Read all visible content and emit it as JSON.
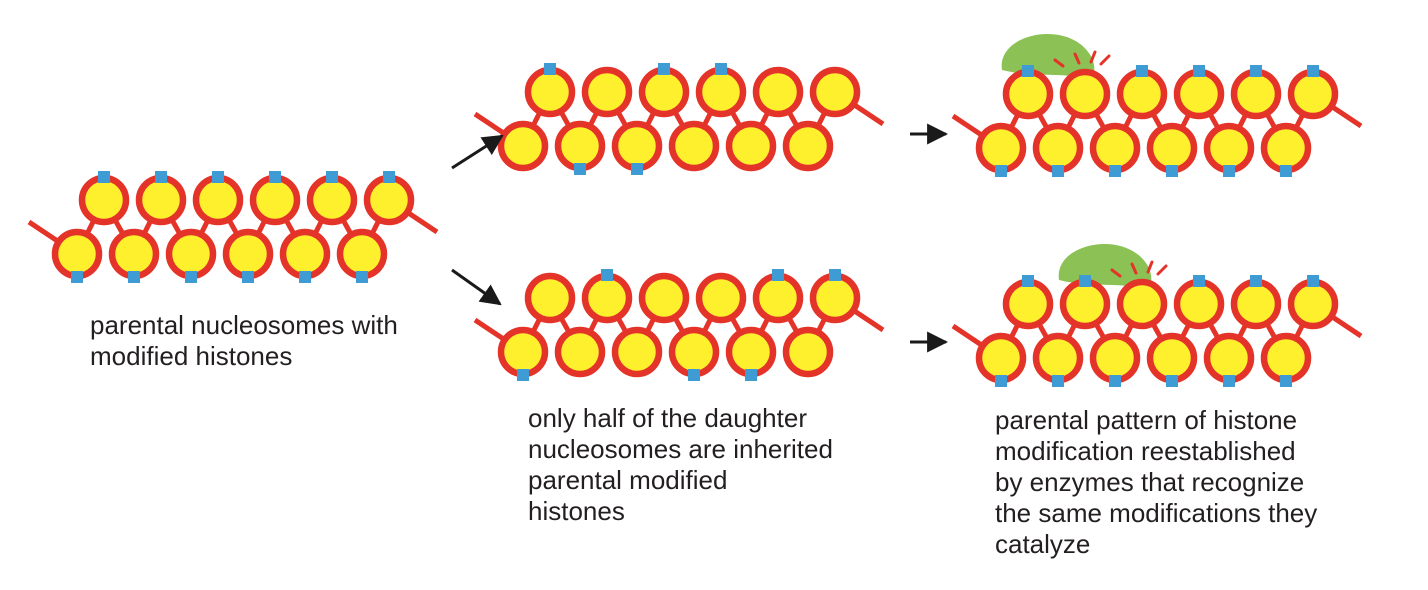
{
  "colors": {
    "dna": "#e43329",
    "histone_core": "#fff02e",
    "modification_mark": "#3f9bd4",
    "enzyme": "#8cc255",
    "arrow": "#1a1a1a",
    "text": "#231f20"
  },
  "captions": {
    "parental": [
      "parental nucleosomes with",
      "modified histones"
    ],
    "half": [
      "only half of the daughter",
      "nucleosomes are inherited",
      "parental modified",
      "histones"
    ],
    "reestablished": [
      "parental pattern of histone",
      "modification reestablished",
      "by enzymes that recognize",
      "the same modifications they",
      "catalyze"
    ]
  },
  "panels": [
    {
      "id": "parental",
      "top_marks": [
        true,
        true,
        true,
        true,
        true,
        true
      ],
      "bottom_marks": [
        true,
        true,
        true,
        true,
        true,
        true
      ],
      "enzyme": false
    },
    {
      "id": "daughter-upper",
      "top_marks": [
        true,
        false,
        true,
        true,
        false,
        false
      ],
      "bottom_marks": [
        false,
        true,
        true,
        false,
        false,
        false
      ],
      "enzyme": false
    },
    {
      "id": "daughter-lower",
      "top_marks": [
        false,
        true,
        false,
        false,
        true,
        true
      ],
      "bottom_marks": [
        true,
        false,
        false,
        true,
        true,
        false
      ],
      "enzyme": false
    },
    {
      "id": "restored-upper",
      "top_marks": [
        true,
        false,
        true,
        true,
        true,
        true
      ],
      "bottom_marks": [
        true,
        true,
        true,
        true,
        true,
        true
      ],
      "enzyme": true
    },
    {
      "id": "restored-lower",
      "top_marks": [
        true,
        true,
        false,
        true,
        true,
        true
      ],
      "bottom_marks": [
        true,
        true,
        true,
        true,
        true,
        true
      ],
      "enzyme": true
    }
  ]
}
